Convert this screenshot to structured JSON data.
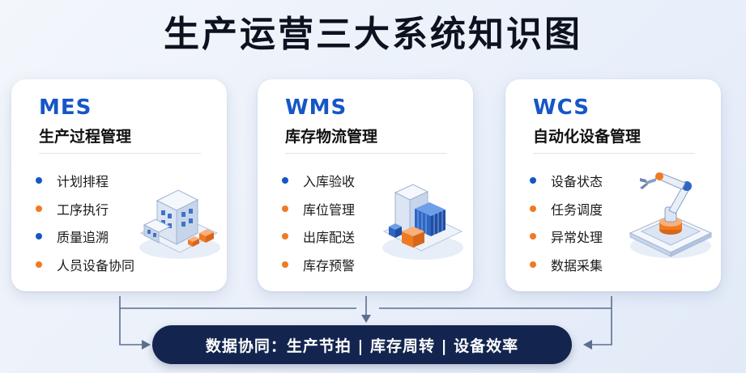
{
  "title": "生产运营三大系统知识图",
  "colors": {
    "blue": "#1656c7",
    "orange": "#f07a22",
    "navy": "#13254f"
  },
  "cards": [
    {
      "system": "MES",
      "subtitle": "生产过程管理",
      "icon": "factory-building-icon",
      "items": [
        {
          "text": "计划排程",
          "dot": "blue"
        },
        {
          "text": "工序执行",
          "dot": "orange"
        },
        {
          "text": "质量追溯",
          "dot": "blue"
        },
        {
          "text": "人员设备协同",
          "dot": "orange"
        }
      ]
    },
    {
      "system": "WMS",
      "subtitle": "库存物流管理",
      "icon": "warehouse-containers-icon",
      "items": [
        {
          "text": "入库验收",
          "dot": "blue"
        },
        {
          "text": "库位管理",
          "dot": "orange"
        },
        {
          "text": "出库配送",
          "dot": "orange"
        },
        {
          "text": "库存预警",
          "dot": "orange"
        }
      ]
    },
    {
      "system": "WCS",
      "subtitle": "自动化设备管理",
      "icon": "robotic-arm-icon",
      "items": [
        {
          "text": "设备状态",
          "dot": "blue"
        },
        {
          "text": "任务调度",
          "dot": "orange"
        },
        {
          "text": "异常处理",
          "dot": "orange"
        },
        {
          "text": "数据采集",
          "dot": "orange"
        }
      ]
    }
  ],
  "footer": {
    "text": "数据协同：生产节拍 | 库存周转 | 设备效率"
  }
}
